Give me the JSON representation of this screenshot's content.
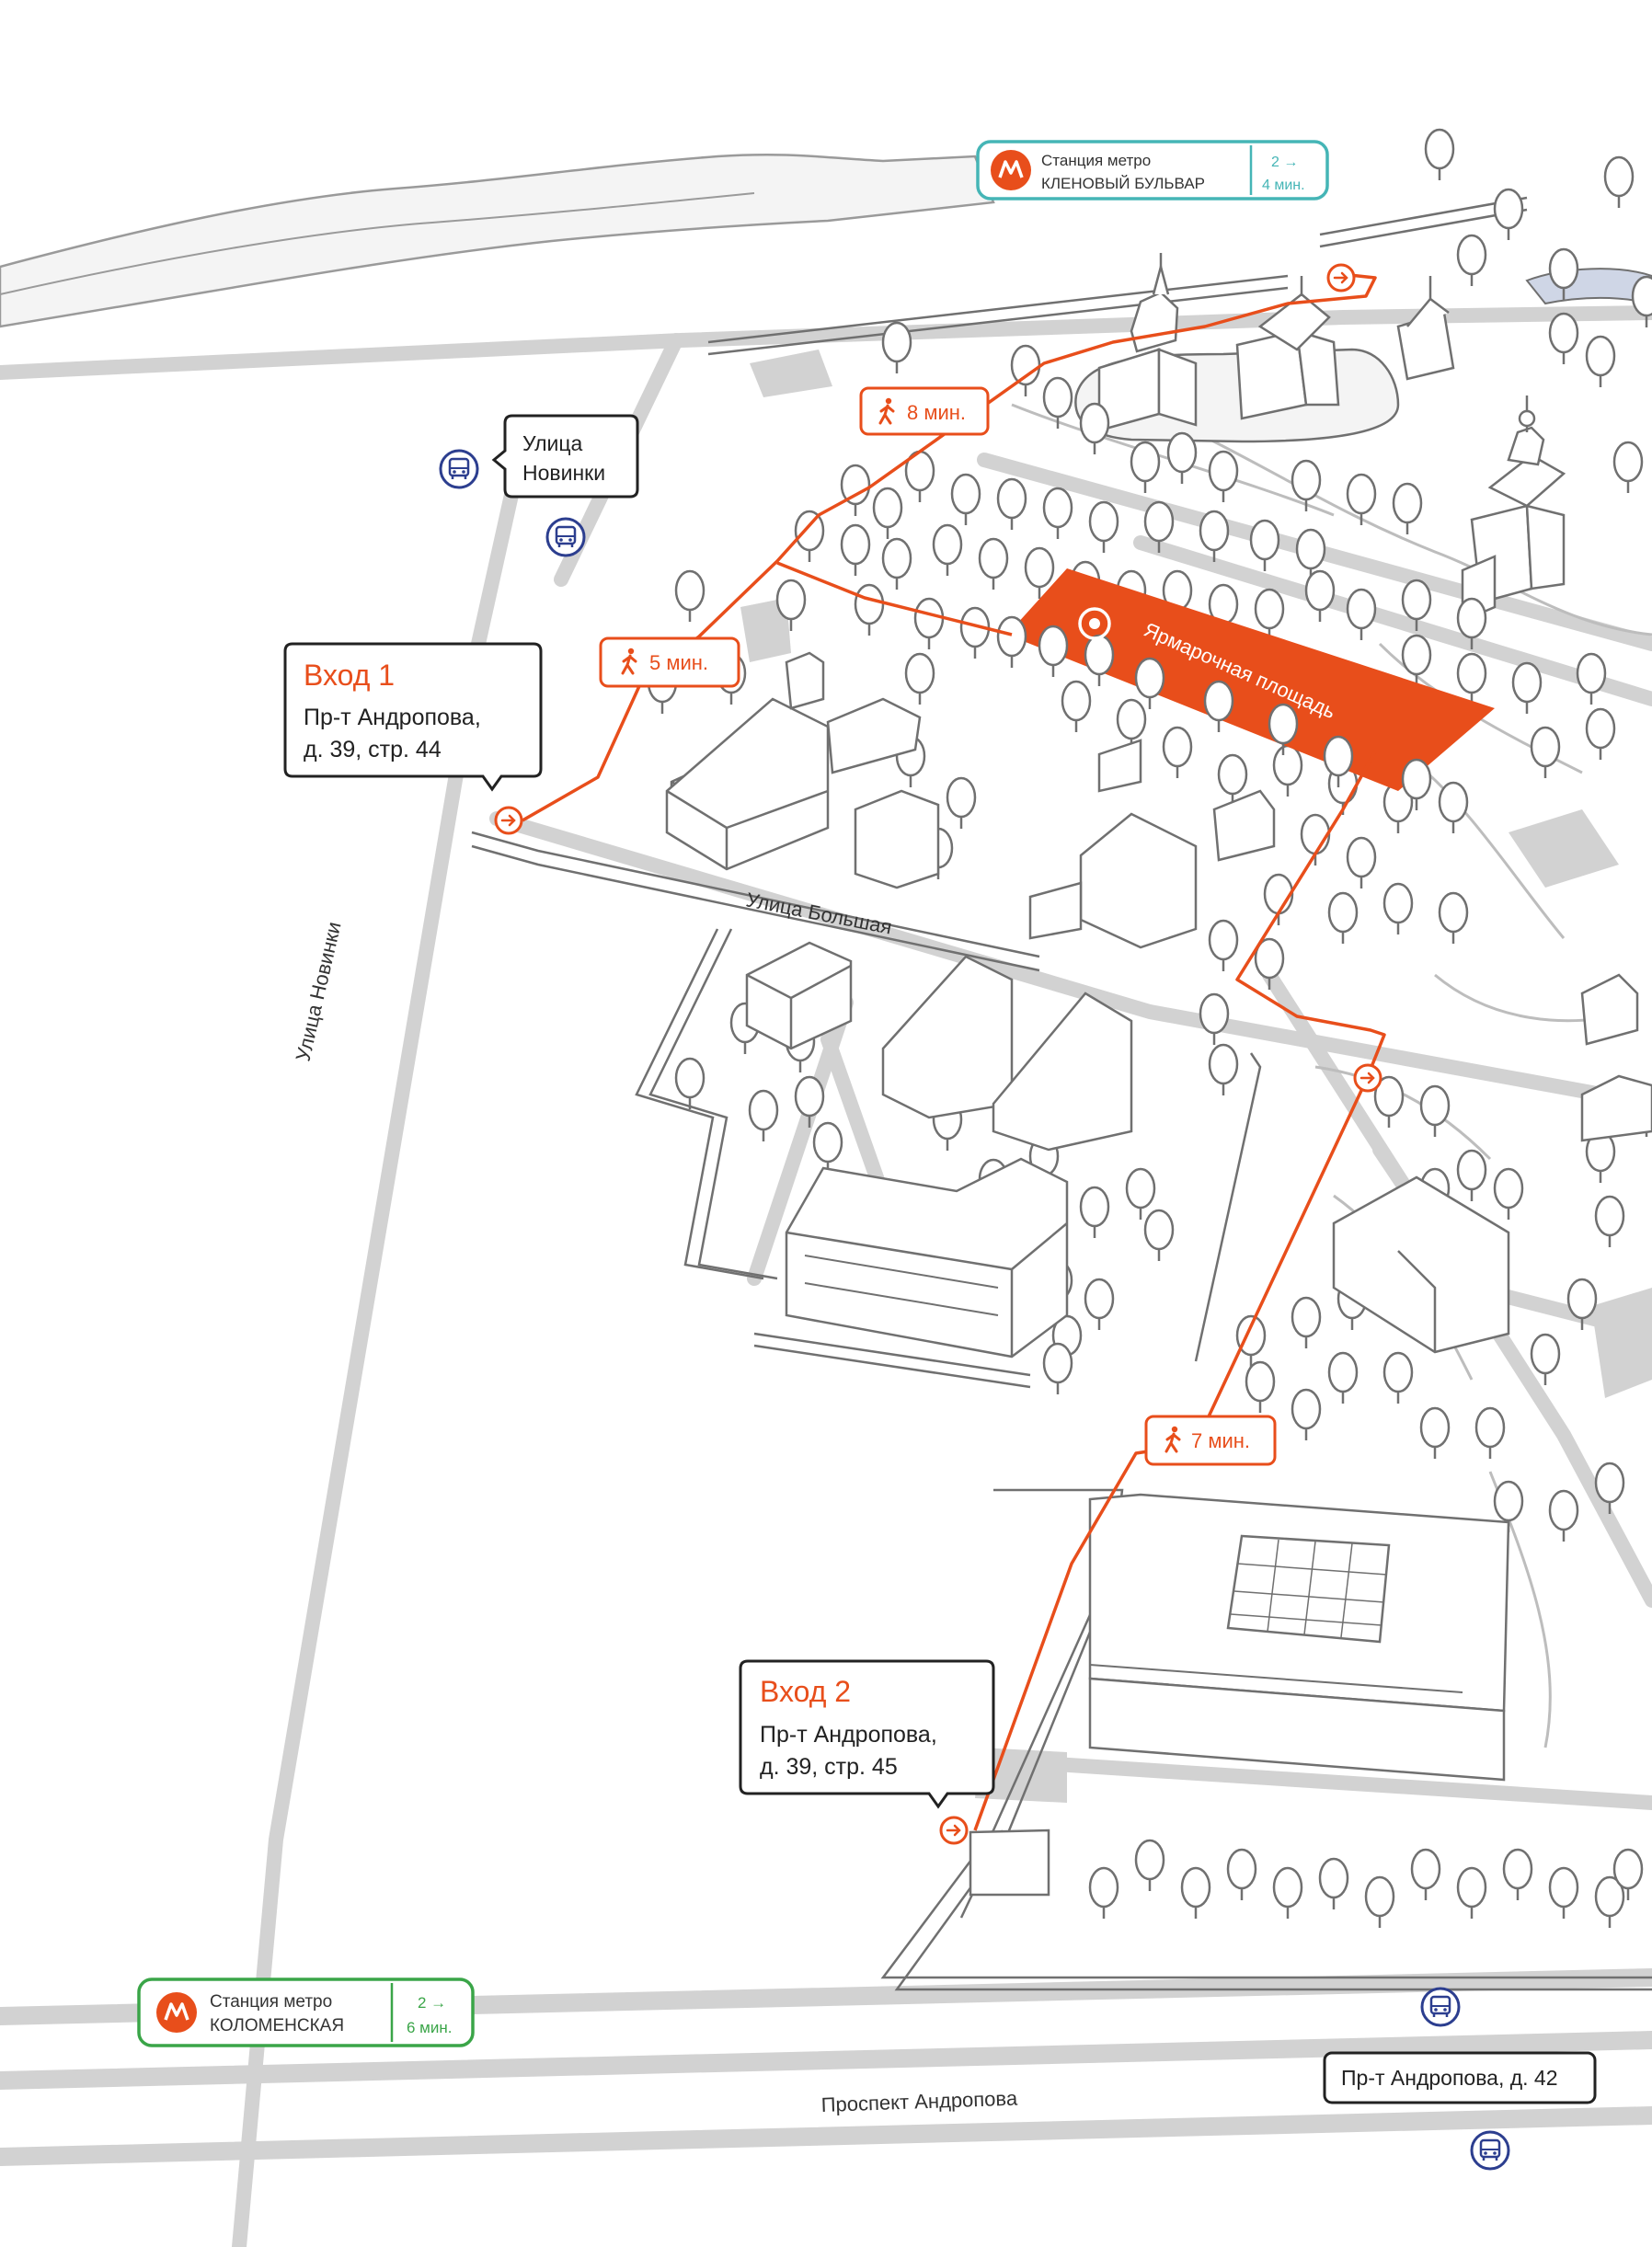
{
  "metro": {
    "label": "Станция метро",
    "klenovy": {
      "name": "КЛЕНОВЫЙ БУЛЬВАР",
      "line": "2 →",
      "time": "4 мин.",
      "color": "#45b5b6"
    },
    "kolomenskaya": {
      "name": "КОЛОМЕНСКАЯ",
      "line": "2 →",
      "time": "6 мин.",
      "color": "#3aa548"
    }
  },
  "entrances": {
    "e1": {
      "title": "Вход 1",
      "line1": "Пр-т Андропова,",
      "line2": "д. 39, стр. 44"
    },
    "e2": {
      "title": "Вход 2",
      "line1": "Пр-т Андропова,",
      "line2": "д. 39, стр. 45"
    }
  },
  "bus_stops": {
    "novinki": {
      "line1": "Улица",
      "line2": "Новинки"
    },
    "andropova42": {
      "text": "Пр-т Андропова, д. 42"
    }
  },
  "walk_times": {
    "t8": "8 мин.",
    "t5": "5 мин.",
    "t7": "7 мин."
  },
  "venue": {
    "name": "Ярмарочная площадь"
  },
  "streets": {
    "novinki": "Улица Новинки",
    "bolshaya": "Улица Большая",
    "andropova": "Проспект Андропова"
  },
  "colors": {
    "route": "#e84e1b",
    "road": "#d2d2d2",
    "outline": "#707070",
    "bus": "#2c3e8f",
    "metro_logo": "#e84e1b",
    "label_border": "#222222"
  },
  "icons": [
    "metro-icon",
    "bus-icon",
    "walk-icon",
    "arrow-icon",
    "target-icon"
  ]
}
